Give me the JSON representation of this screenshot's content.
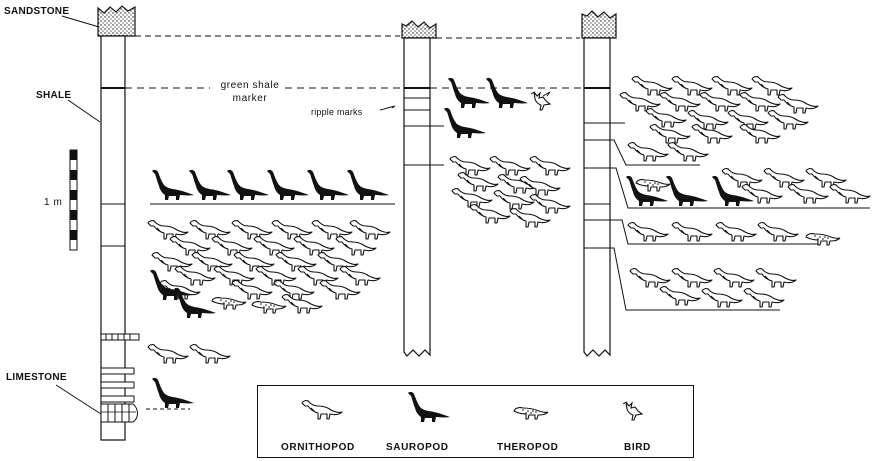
{
  "labels": {
    "sandstone": "SANDSTONE",
    "shale": "SHALE",
    "limestone": "LIMESTONE",
    "green_shale_line1": "green shale",
    "green_shale_line2": "marker",
    "ripple_marks": "ripple marks",
    "scale": "1 m"
  },
  "legend": [
    {
      "label": "ORNITHOPOD",
      "icon": "ornithopod-icon"
    },
    {
      "label": "SAUROPOD",
      "icon": "sauropod-icon"
    },
    {
      "label": "THEROPOD",
      "icon": "theropod-icon"
    },
    {
      "label": "BIRD",
      "icon": "bird-icon"
    }
  ],
  "colors": {
    "ink": "#111111",
    "paper": "#ffffff"
  }
}
